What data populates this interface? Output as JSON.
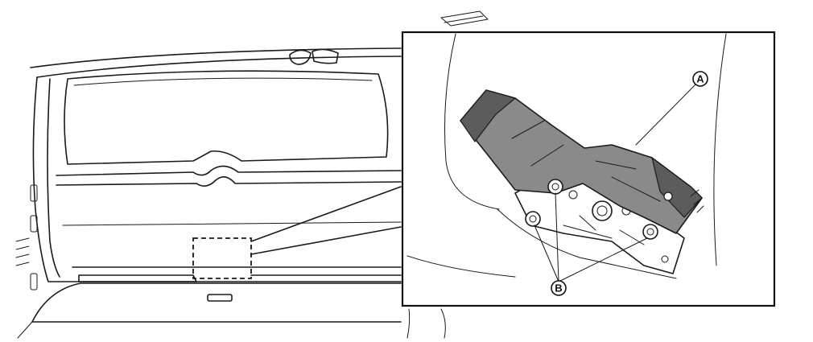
{
  "callouts": [
    {
      "id": "A",
      "label": "A"
    },
    {
      "id": "B",
      "label": "B"
    }
  ],
  "colors": {
    "line": "#1a1a1a",
    "actuator_fill": "#8a8a8a",
    "actuator_dark": "#5c5c5c",
    "background": "#ffffff"
  }
}
